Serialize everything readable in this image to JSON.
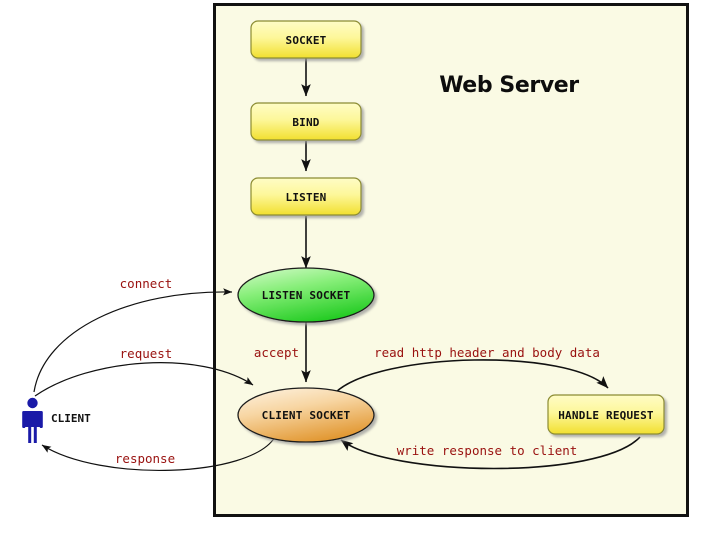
{
  "diagram": {
    "title": "Web Server",
    "background_outside": "#ffffff",
    "server_box": {
      "label": "Web Server",
      "fill": "#fafae4",
      "border": "#111111"
    },
    "actor": {
      "name": "CLIENT",
      "color": "#1a1aa8",
      "icon": "person-icon"
    },
    "nodes": [
      {
        "id": "socket",
        "label": "SOCKET",
        "shape": "rounded-rect",
        "fill_top": "#fdfbb0",
        "fill_bottom": "#f2e23a"
      },
      {
        "id": "bind",
        "label": "BIND",
        "shape": "rounded-rect",
        "fill_top": "#fdfbb0",
        "fill_bottom": "#f2e23a"
      },
      {
        "id": "listen",
        "label": "LISTEN",
        "shape": "rounded-rect",
        "fill_top": "#fdfbb0",
        "fill_bottom": "#f2e23a"
      },
      {
        "id": "listen-socket",
        "label": "LISTEN SOCKET",
        "shape": "ellipse",
        "fill_top": "#b6f5ac",
        "fill_bottom": "#2fd22f"
      },
      {
        "id": "client-socket",
        "label": "CLIENT SOCKET",
        "shape": "ellipse",
        "fill_top": "#fbe8c8",
        "fill_bottom": "#e79a38"
      },
      {
        "id": "handle-request",
        "label": "HANDLE REQUEST",
        "shape": "rounded-rect",
        "fill_top": "#fdfbb0",
        "fill_bottom": "#f2e23a"
      }
    ],
    "edges": [
      {
        "id": "socket-bind",
        "label": "",
        "from": "socket",
        "to": "bind"
      },
      {
        "id": "bind-listen",
        "label": "",
        "from": "bind",
        "to": "listen"
      },
      {
        "id": "listen-listensocket",
        "label": "",
        "from": "listen",
        "to": "listen-socket"
      },
      {
        "id": "connect",
        "label": "connect",
        "from": "client",
        "to": "listen-socket"
      },
      {
        "id": "accept",
        "label": "accept",
        "from": "listen-socket",
        "to": "client-socket"
      },
      {
        "id": "request",
        "label": "request",
        "from": "client",
        "to": "client-socket"
      },
      {
        "id": "read-http",
        "label": "read http header and body data",
        "from": "client-socket",
        "to": "handle-request"
      },
      {
        "id": "write-response",
        "label": "write response to client",
        "from": "handle-request",
        "to": "client-socket"
      },
      {
        "id": "response",
        "label": "response",
        "from": "client-socket",
        "to": "client"
      }
    ],
    "colors": {
      "label_red": "#99110f",
      "node_text": "#111111",
      "edge_stroke": "#111111",
      "node_border": "#8c8c33"
    }
  }
}
